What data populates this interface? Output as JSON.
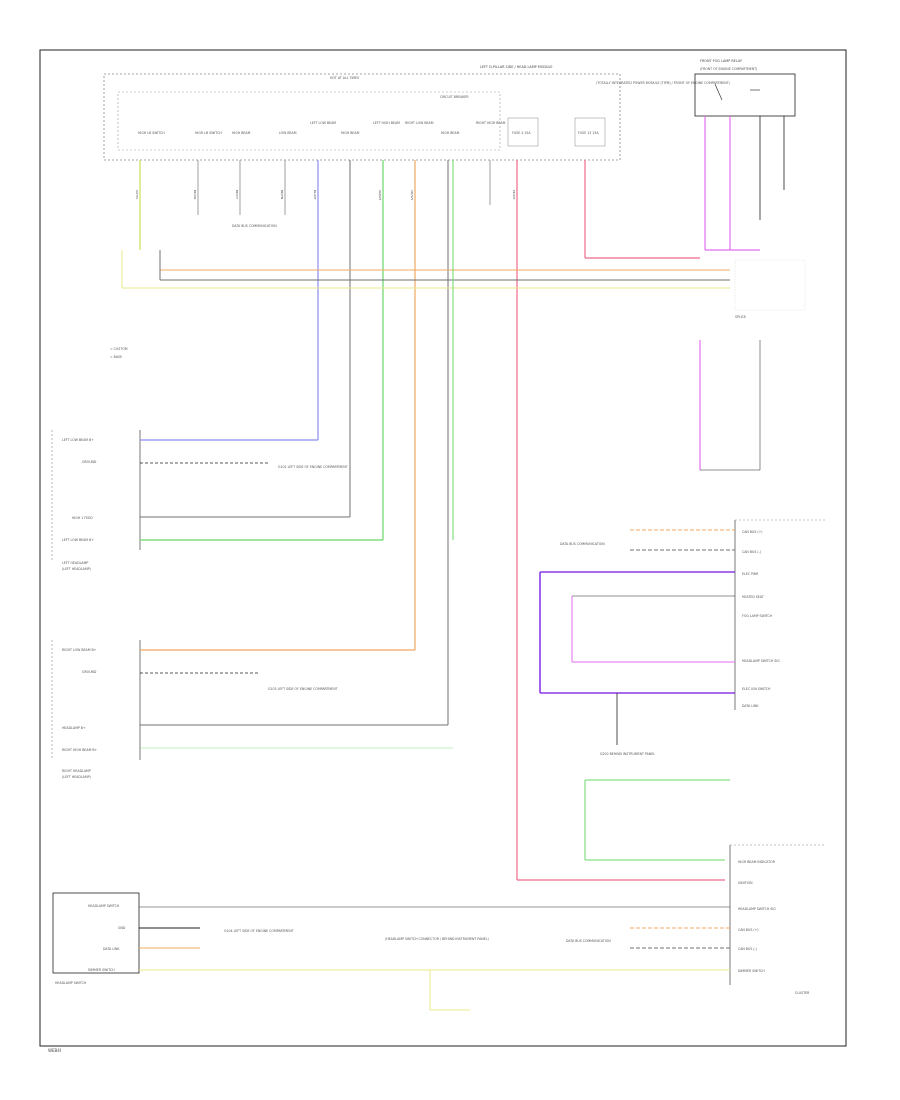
{
  "page": {
    "code": "WEB4I"
  },
  "modules": {
    "top": {
      "title": "LEFT D-PILLAR SIDE / HEAD LAMP MODULE",
      "subtitle": "CIRCUIT BREAKER",
      "fuse_label": "HOT AT ALL TIMES",
      "fuse_pins": [
        "FUSE 4 15A",
        "FUSE 13 15A"
      ],
      "note": "(TOTALLY INTEGRATED POWER MODULE (TIPM) / FRONT OF ENGINE COMPARTMENT)",
      "pins": [
        "HIGH LB SWITCH",
        "HIGH LB SWITCH",
        "HIGH BEAM",
        "LOW BEAM",
        "LEFT LOW BEAM",
        "HIGH BEAM",
        "LEFT HIGH BEAM",
        "RIGHT LOW BEAM",
        "HIGH BEAM",
        "RIGHT HIGH BEAM",
        "FUSE",
        "FUSE"
      ]
    },
    "relay": {
      "title": "FRONT FOG LAMP RELAY",
      "subtitle": "(FRONT OF ENGINE COMPARTMENT)"
    },
    "left_headlamp": {
      "title": "LEFT HEADLAMP",
      "subtitle": "(LEFT HEADLAMP)",
      "rows": [
        "LEFT LOW BEAM B+",
        "GROUND",
        "HIGH 1 FEED",
        "LEFT LOW BEAM B+"
      ]
    },
    "right_headlamp": {
      "title": "RIGHT HEADLAMP",
      "subtitle": "(LEFT HEADLAMP)",
      "rows": [
        "RIGHT LOW BEAM B+",
        "GROUND",
        "HEADLAMP B+",
        "RIGHT HIGH BEAM B+"
      ]
    },
    "headlamp_switch": {
      "title": "HEADLAMP SWITCH",
      "rows": [
        "HEADLAMP SWITCH",
        "GND",
        "DATA LINK",
        "DIMMER SWITCH"
      ]
    },
    "cluster": {
      "title": "CLUSTER",
      "rows": [
        "HIGH BEAM INDICATOR",
        "IGNITION",
        "HEADLAMP SWITCH SIG",
        "CAN BUS (+)",
        "CAN BUS (-)",
        "DIMMER SWITCH"
      ]
    },
    "ecu": {
      "rows": [
        "CAN BUS (+)",
        "CAN BUS (-)",
        "ELEC PWR",
        "HEATED SEAT",
        "FOG LAMP SWITCH",
        "HEADLAMP SWITCH SIG",
        "ELEC IGN SWITCH",
        "DATA LINK"
      ]
    },
    "grounds": [
      "G102 LEFT SIDE OF ENGINE COMPARTMENT",
      "G103 LEFT SIDE OF ENGINE COMPARTMENT",
      "G104 LEFT SIDE OF ENGINE COMPARTMENT",
      "G200 BEHIND INSTRUMENT PANEL"
    ]
  },
  "legend": {
    "items": [
      "= CUSTOM",
      "= BASE"
    ]
  },
  "labels": {
    "data_bus": "DATA BUS COMMUNICATION",
    "splice": "SPLICE",
    "connector_note": "(HEADLAMP SWITCH CONNECTOR / BEHIND INSTRUMENT PANEL)"
  },
  "wire_colors": {
    "blue": "#8a8ef0",
    "orange": "#f0a860",
    "green": "#68d868",
    "pink": "#f06a8a",
    "magenta": "#e36ef0",
    "purple": "#8a3ae6",
    "yellow": "#e8e88a",
    "lime": "#c8e060",
    "gray": "#707070",
    "black": "#222222"
  }
}
